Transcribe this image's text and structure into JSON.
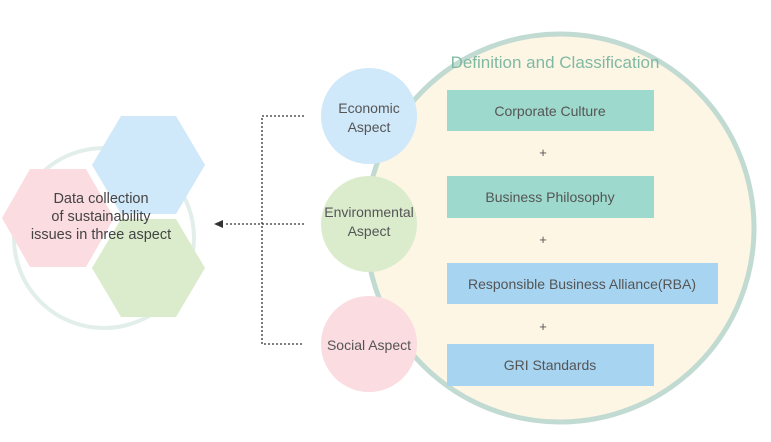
{
  "section_title": "Definition and Classification",
  "hub_label_lines": [
    "Data collection",
    "of sustainability",
    "issues in three aspect"
  ],
  "aspects": [
    {
      "lines": [
        "Economic",
        "Aspect"
      ],
      "color": "#cfe8fa"
    },
    {
      "lines": [
        "Environmental",
        "Aspect"
      ],
      "color": "#dbeccd"
    },
    {
      "lines": [
        "Social Aspect"
      ],
      "color": "#fadce1"
    }
  ],
  "definition_boxes": [
    {
      "label": "Corporate Culture",
      "color": "#9dd9cc"
    },
    {
      "label": "Business Philosophy",
      "color": "#9dd9cc"
    },
    {
      "label": "Responsible Business Alliance(RBA)",
      "color": "#a6d4f1"
    },
    {
      "label": "GRI Standards",
      "color": "#a6d4f1"
    }
  ],
  "plus_sign": "+",
  "colors": {
    "title_text": "#7fb9a4",
    "body_text": "#555555",
    "big_circle_fill": "#fdf6e4",
    "big_circle_ring": "#c1dbd2",
    "hex_blue": "#cfe8fa",
    "hex_pink": "#fadce1",
    "hex_green": "#dbeccd",
    "hub_ring": "#e2eeea"
  }
}
